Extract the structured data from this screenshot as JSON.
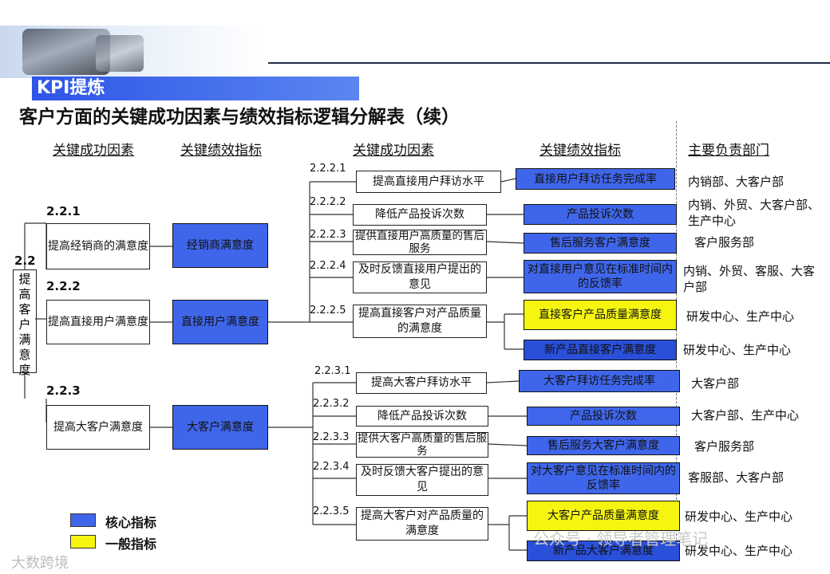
{
  "header": {
    "section_label": "KPI提炼",
    "title": "客户方面的关键成功因素与绩效指标逻辑分解表（续）"
  },
  "columns": [
    "关键成功因素",
    "关键绩效指标",
    "关键成功因素",
    "关键绩效指标",
    "主要负责部门"
  ],
  "root": {
    "code": "2.2",
    "label": "提高客户满意度"
  },
  "level1": [
    {
      "code": "2.2.1",
      "factor": "提高经销商的满意度",
      "kpi": "经销商满意度"
    },
    {
      "code": "2.2.2",
      "factor": "提高直接用户满意度",
      "kpi": "直接用户满意度"
    },
    {
      "code": "2.2.3",
      "factor": "提高大客户满意度",
      "kpi": "大客户满意度"
    }
  ],
  "level2": [
    {
      "code": "2.2.2.1",
      "factor": "提高直接用户拜访水平",
      "kpi": "直接用户拜访任务完成率",
      "dept": "内销部、大客户部"
    },
    {
      "code": "2.2.2.2",
      "factor": "降低产品投诉次数",
      "kpi": "产品投诉次数",
      "dept": "内销、外贸、大客户部、生产中心"
    },
    {
      "code": "2.2.2.3",
      "factor": "提供直接用户高质量的售后服务",
      "kpi": "售后服务客户满意度",
      "dept": "客户服务部"
    },
    {
      "code": "2.2.2.4",
      "factor": "及时反馈直接用户提出的意见",
      "kpi": "对直接用户意见在标准时间内的反馈率",
      "dept": "内销、外贸、客服、大客户部"
    },
    {
      "code": "2.2.2.5",
      "factor": "提高直接客户对产品质量的满意度",
      "kpi": "直接客户产品质量满意度",
      "dept": "研发中心、生产中心",
      "kpi2": "新产品直接客户满意度",
      "dept2": "研发中心、生产中心"
    },
    {
      "code": "2.2.3.1",
      "factor": "提高大客户拜访水平",
      "kpi": "大客户拜访任务完成率",
      "dept": "大客户部"
    },
    {
      "code": "2.2.3.2",
      "factor": "降低产品投诉次数",
      "kpi": "产品投诉次数",
      "dept": "大客户部、生产中心"
    },
    {
      "code": "2.2.3.3",
      "factor": "提供大客户高质量的售后服务",
      "kpi": "售后服务大客户满意度",
      "dept": "客户服务部"
    },
    {
      "code": "2.2.3.4",
      "factor": "及时反馈大客户提出的意见",
      "kpi": "对大客户意见在标准时间内的反馈率",
      "dept": "客服部、大客户部"
    },
    {
      "code": "2.2.3.5",
      "factor": "提高大客户对产品质量的满意度",
      "kpi": "大客户产品质量满意度",
      "dept": "研发中心、生产中心",
      "kpi2": "新产品大客户满意度",
      "dept2": "研发中心、生产中心"
    }
  ],
  "legend": [
    {
      "label": "核心指标",
      "color": "#3f66ea"
    },
    {
      "label": "一般指标",
      "color": "#f5f50f"
    }
  ],
  "watermark": {
    "text": "公众号 · 领导者管理笔记",
    "corner": "大数跨境"
  }
}
